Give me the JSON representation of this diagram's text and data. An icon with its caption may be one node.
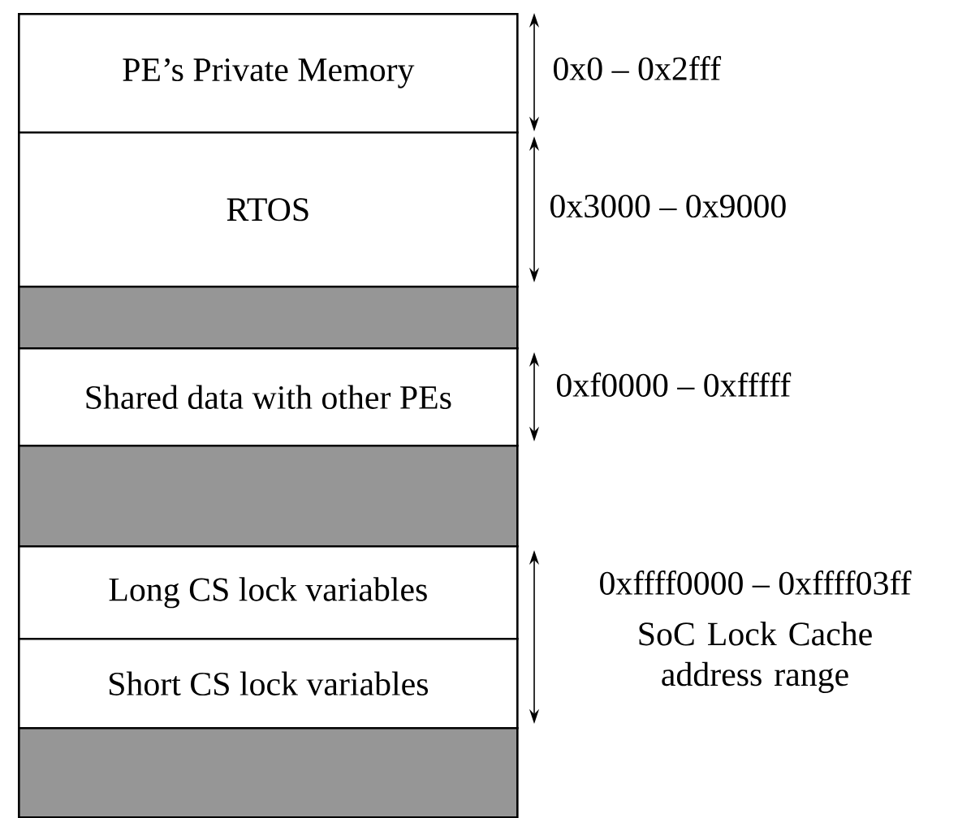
{
  "diagram": {
    "nodes": [
      {
        "text": [
          "PE’s Private Memory"
        ]
      },
      {
        "text": [
          "RTOS"
        ]
      },
      {
        "text": [],
        "shape": "box"
      },
      {
        "text": [
          "Shared data with other PEs"
        ]
      },
      {
        "text": [],
        "shape": "box"
      },
      {
        "text": [
          "Long CS lock variables"
        ]
      },
      {
        "text": [
          "Short CS lock variables"
        ]
      },
      {
        "text": [],
        "shape": "box"
      }
    ],
    "labels": [
      "0x0 – 0x2fff",
      "0x3000 – 0x9000",
      "0xf0000 – 0xfffff",
      "0xffff0000 – 0xffff03ff",
      "SoC Lock Cache address range"
    ]
  }
}
